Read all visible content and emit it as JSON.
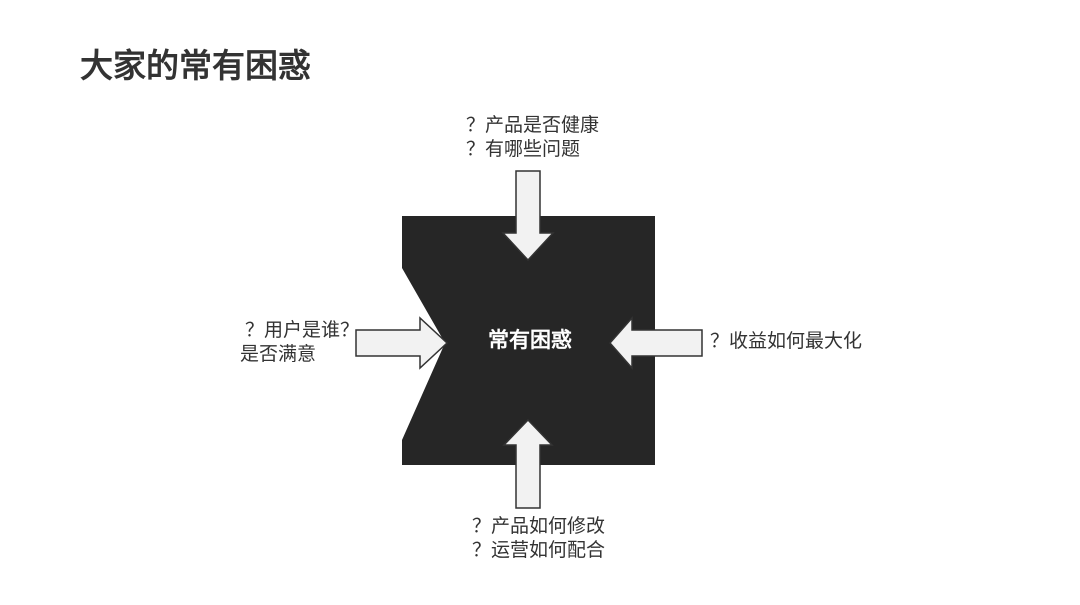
{
  "slide": {
    "title": "大家的常有困惑"
  },
  "diagram": {
    "center_label": "常有困惑",
    "top": {
      "line1": "？产品是否健康",
      "line2": "？有哪些问题"
    },
    "left": {
      "line1": "？用户是谁？",
      "line2": "是否满意"
    },
    "right": {
      "line1": "？收益如何最大化"
    },
    "bottom": {
      "line1": "？产品如何修改",
      "line2": "？运营如何配合"
    },
    "colors": {
      "block": "#262626",
      "arrow_fill": "#f2f2f2",
      "arrow_stroke": "#333333"
    }
  }
}
